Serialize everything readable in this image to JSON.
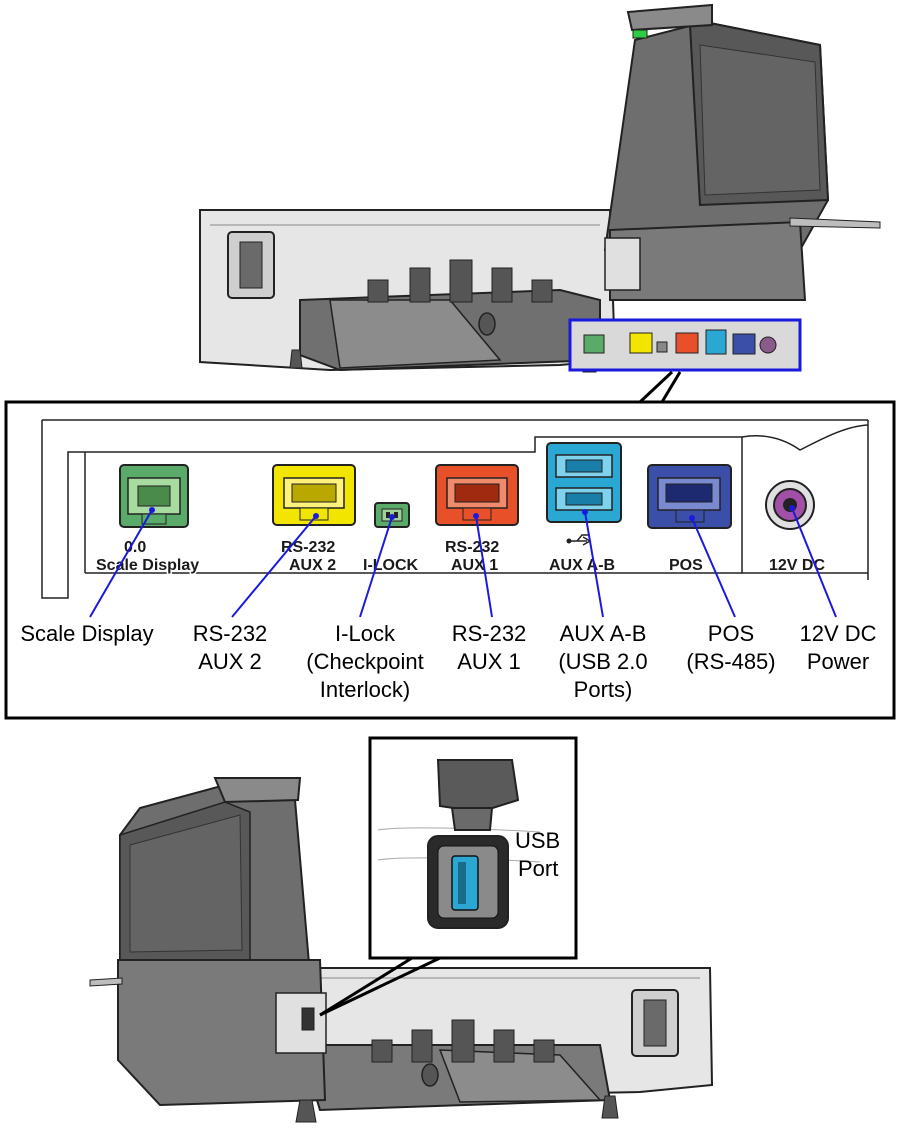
{
  "diagram": {
    "panel_labels": {
      "scale_display_num": "0.0",
      "scale_display": "Scale Display",
      "rs232_aux2_l1": "RS-232",
      "rs232_aux2_l2": "AUX 2",
      "ilock": "I-LOCK",
      "rs232_aux1_l1": "RS-232",
      "rs232_aux1_l2": "AUX 1",
      "aux_ab": "AUX A-B",
      "pos": "POS",
      "dc": "12V DC"
    },
    "callouts": [
      {
        "lines": [
          "Scale Display"
        ],
        "color": "#5aab6a"
      },
      {
        "lines": [
          "RS-232",
          "AUX 2"
        ],
        "color": "#f2e600"
      },
      {
        "lines": [
          "I-Lock",
          "(Checkpoint",
          "Interlock)"
        ],
        "color": "#4aa84a"
      },
      {
        "lines": [
          "RS-232",
          "AUX 1"
        ],
        "color": "#e8502a"
      },
      {
        "lines": [
          "AUX A-B",
          "(USB 2.0",
          "Ports)"
        ],
        "color": "#2aa7d3"
      },
      {
        "lines": [
          "POS",
          "(RS-485)"
        ],
        "color": "#3b4fa8"
      },
      {
        "lines": [
          "12V DC",
          "Power"
        ],
        "color": "#a24fa8"
      }
    ],
    "usb_callout": {
      "line1": "USB",
      "line2": "Port"
    },
    "leader_color": "#1a1adf"
  }
}
